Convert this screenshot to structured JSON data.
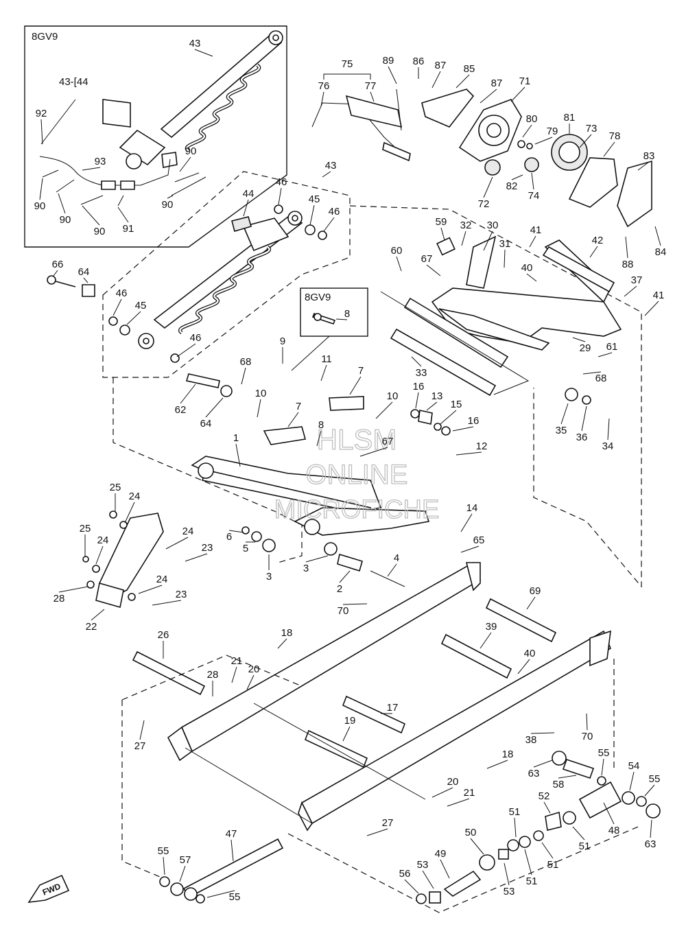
{
  "model_tags": {
    "inset_top": "8GV9",
    "inset_mid": "8GV9"
  },
  "combo_label": "43-[44",
  "fwd_label": "FWD",
  "watermark": {
    "line1": "HLSM",
    "line2": "ONLINE",
    "line3": "MICROFICHE"
  },
  "callouts": [
    {
      "id": "c43a",
      "text": "43"
    },
    {
      "id": "c92",
      "text": "92"
    },
    {
      "id": "c93",
      "text": "93"
    },
    {
      "id": "c90a",
      "text": "90"
    },
    {
      "id": "c90b",
      "text": "90"
    },
    {
      "id": "c90c",
      "text": "90"
    },
    {
      "id": "c90d",
      "text": "90"
    },
    {
      "id": "c90e",
      "text": "90"
    },
    {
      "id": "c91",
      "text": "91"
    },
    {
      "id": "c75",
      "text": "75"
    },
    {
      "id": "c76",
      "text": "76"
    },
    {
      "id": "c77",
      "text": "77"
    },
    {
      "id": "c89",
      "text": "89"
    },
    {
      "id": "c86",
      "text": "86"
    },
    {
      "id": "c87a",
      "text": "87"
    },
    {
      "id": "c85",
      "text": "85"
    },
    {
      "id": "c87b",
      "text": "87"
    },
    {
      "id": "c71",
      "text": "71"
    },
    {
      "id": "c80",
      "text": "80"
    },
    {
      "id": "c79",
      "text": "79"
    },
    {
      "id": "c81",
      "text": "81"
    },
    {
      "id": "c73",
      "text": "73"
    },
    {
      "id": "c78",
      "text": "78"
    },
    {
      "id": "c83",
      "text": "83"
    },
    {
      "id": "c72",
      "text": "72"
    },
    {
      "id": "c82",
      "text": "82"
    },
    {
      "id": "c74",
      "text": "74"
    },
    {
      "id": "c84",
      "text": "84"
    },
    {
      "id": "c88",
      "text": "88"
    },
    {
      "id": "c43b",
      "text": "43"
    },
    {
      "id": "c46a",
      "text": "46"
    },
    {
      "id": "c44",
      "text": "44"
    },
    {
      "id": "c45a",
      "text": "45"
    },
    {
      "id": "c46b",
      "text": "46"
    },
    {
      "id": "c66",
      "text": "66"
    },
    {
      "id": "c64a",
      "text": "64"
    },
    {
      "id": "c46c",
      "text": "46"
    },
    {
      "id": "c45b",
      "text": "45"
    },
    {
      "id": "c46d",
      "text": "46"
    },
    {
      "id": "c59",
      "text": "59"
    },
    {
      "id": "c32",
      "text": "32"
    },
    {
      "id": "c30",
      "text": "30"
    },
    {
      "id": "c41a",
      "text": "41"
    },
    {
      "id": "c42",
      "text": "42"
    },
    {
      "id": "c60",
      "text": "60"
    },
    {
      "id": "c67a",
      "text": "67"
    },
    {
      "id": "c31",
      "text": "31"
    },
    {
      "id": "c40a",
      "text": "40"
    },
    {
      "id": "c37",
      "text": "37"
    },
    {
      "id": "c41b",
      "text": "41"
    },
    {
      "id": "c8a",
      "text": "8"
    },
    {
      "id": "c9",
      "text": "9"
    },
    {
      "id": "c11",
      "text": "11"
    },
    {
      "id": "c68a",
      "text": "68"
    },
    {
      "id": "c7a",
      "text": "7"
    },
    {
      "id": "c33",
      "text": "33"
    },
    {
      "id": "c29",
      "text": "29"
    },
    {
      "id": "c61",
      "text": "61"
    },
    {
      "id": "c68b",
      "text": "68"
    },
    {
      "id": "c62",
      "text": "62"
    },
    {
      "id": "c64b",
      "text": "64"
    },
    {
      "id": "c10a",
      "text": "10"
    },
    {
      "id": "c10b",
      "text": "10"
    },
    {
      "id": "c16a",
      "text": "16"
    },
    {
      "id": "c13",
      "text": "13"
    },
    {
      "id": "c15",
      "text": "15"
    },
    {
      "id": "c16b",
      "text": "16"
    },
    {
      "id": "c7b",
      "text": "7"
    },
    {
      "id": "c8b",
      "text": "8"
    },
    {
      "id": "c67b",
      "text": "67"
    },
    {
      "id": "c35",
      "text": "35"
    },
    {
      "id": "c36",
      "text": "36"
    },
    {
      "id": "c34",
      "text": "34"
    },
    {
      "id": "c1",
      "text": "1"
    },
    {
      "id": "c12",
      "text": "12"
    },
    {
      "id": "c25a",
      "text": "25"
    },
    {
      "id": "c24a",
      "text": "24"
    },
    {
      "id": "c25b",
      "text": "25"
    },
    {
      "id": "c24b",
      "text": "24"
    },
    {
      "id": "c24c",
      "text": "24"
    },
    {
      "id": "c23a",
      "text": "23"
    },
    {
      "id": "c14",
      "text": "14"
    },
    {
      "id": "c6",
      "text": "6"
    },
    {
      "id": "c5",
      "text": "5"
    },
    {
      "id": "c3a",
      "text": "3"
    },
    {
      "id": "c3b",
      "text": "3"
    },
    {
      "id": "c65",
      "text": "65"
    },
    {
      "id": "c4",
      "text": "4"
    },
    {
      "id": "c28a",
      "text": "28"
    },
    {
      "id": "c24d",
      "text": "24"
    },
    {
      "id": "c23b",
      "text": "23"
    },
    {
      "id": "c2",
      "text": "2"
    },
    {
      "id": "c22",
      "text": "22"
    },
    {
      "id": "c70a",
      "text": "70"
    },
    {
      "id": "c69",
      "text": "69"
    },
    {
      "id": "c39",
      "text": "39"
    },
    {
      "id": "c40b",
      "text": "40"
    },
    {
      "id": "c26",
      "text": "26"
    },
    {
      "id": "c18a",
      "text": "18"
    },
    {
      "id": "c21a",
      "text": "21"
    },
    {
      "id": "c28b",
      "text": "28"
    },
    {
      "id": "c20a",
      "text": "20"
    },
    {
      "id": "c17",
      "text": "17"
    },
    {
      "id": "c70b",
      "text": "70"
    },
    {
      "id": "c27a",
      "text": "27"
    },
    {
      "id": "c19",
      "text": "19"
    },
    {
      "id": "c38",
      "text": "38"
    },
    {
      "id": "c18b",
      "text": "18"
    },
    {
      "id": "c55a",
      "text": "55"
    },
    {
      "id": "c63a",
      "text": "63"
    },
    {
      "id": "c58",
      "text": "58"
    },
    {
      "id": "c54",
      "text": "54"
    },
    {
      "id": "c55b",
      "text": "55"
    },
    {
      "id": "c20b",
      "text": "20"
    },
    {
      "id": "c21b",
      "text": "21"
    },
    {
      "id": "c52",
      "text": "52"
    },
    {
      "id": "c48",
      "text": "48"
    },
    {
      "id": "c51a",
      "text": "51"
    },
    {
      "id": "c51b",
      "text": "51"
    },
    {
      "id": "c63b",
      "text": "63"
    },
    {
      "id": "c27b",
      "text": "27"
    },
    {
      "id": "c51c",
      "text": "51"
    },
    {
      "id": "c47",
      "text": "47"
    },
    {
      "id": "c50",
      "text": "50"
    },
    {
      "id": "c51d",
      "text": "51"
    },
    {
      "id": "c55c",
      "text": "55"
    },
    {
      "id": "c57",
      "text": "57"
    },
    {
      "id": "c49",
      "text": "49"
    },
    {
      "id": "c53a",
      "text": "53"
    },
    {
      "id": "c56",
      "text": "56"
    },
    {
      "id": "c53b",
      "text": "53"
    },
    {
      "id": "c55d",
      "text": "55"
    }
  ]
}
